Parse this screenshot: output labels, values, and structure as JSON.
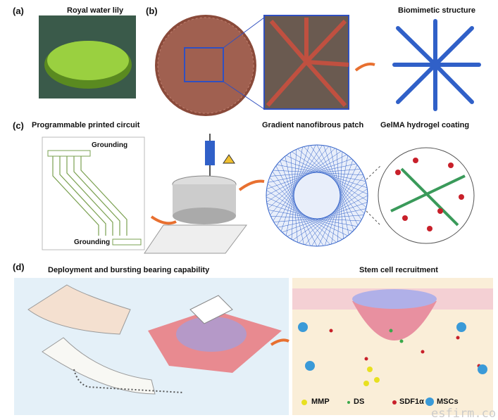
{
  "panels": {
    "a": {
      "label": "(a)",
      "title": "Royal water lily"
    },
    "b": {
      "label": "(b)",
      "title": "Biomimetic structure"
    },
    "c": {
      "label": "(c)",
      "title": "Programmable printed circuit",
      "grounding_top": "Grounding",
      "grounding_bottom": "Grounding",
      "patch_title": "Gradient nanofibrous patch",
      "coating_title": "GelMA hydrogel coating"
    },
    "d": {
      "label": "(d)",
      "title": "Deployment and bursting bearing capability",
      "recruit_title": "Stem cell recruitment"
    }
  },
  "legend": [
    {
      "label": "MMP",
      "color": "#e8e020"
    },
    {
      "label": "DS",
      "color": "#3aa84a"
    },
    {
      "label": "SDF1α",
      "color": "#c8202a"
    },
    {
      "label": "MSCs",
      "color": "#3a9ad8"
    }
  ],
  "watermark": "esfirm.co"
}
